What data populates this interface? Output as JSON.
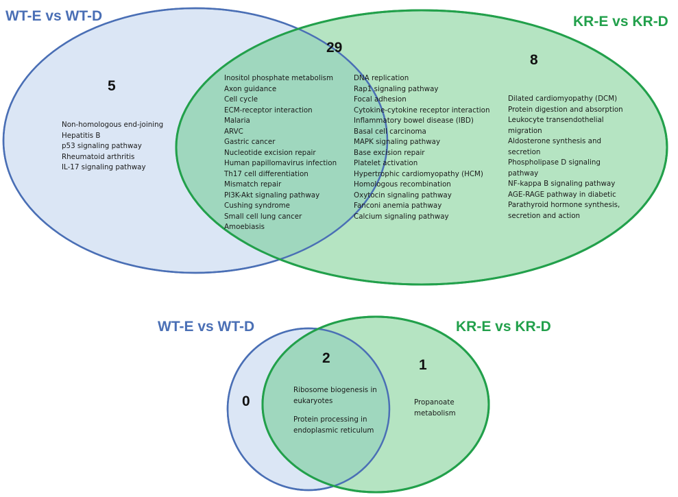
{
  "top": {
    "set_a": {
      "title": "WT-E vs WT-D",
      "color": "#4a6fb5"
    },
    "set_b": {
      "title": "KR-E vs KR-D",
      "color": "#22a04b"
    },
    "only_a": {
      "count": "5",
      "items": [
        "Non-homologous end-joining",
        "Hepatitis B",
        "p53 signaling pathway",
        "Rheumatoid arthritis",
        "IL-17 signaling pathway"
      ]
    },
    "both": {
      "count": "29",
      "items_left": [
        "Inositol phosphate metabolism",
        "Axon guidance",
        "Cell cycle",
        "ECM-receptor interaction",
        "Malaria",
        "ARVC",
        "Gastric cancer",
        "Nucleotide excision repair",
        "Human papillomavirus infection",
        "Th17 cell differentiation",
        "Mismatch repair",
        "PI3K-Akt signaling pathway",
        "Cushing syndrome",
        "Small cell lung cancer",
        "Amoebiasis"
      ],
      "items_right": [
        "DNA replication",
        "Rap1 signaling pathway",
        "Focal adhesion",
        "Cytokine-cytokine receptor interaction",
        "Inflammatory bowel disease (IBD)",
        "Basal cell carcinoma",
        "MAPK signaling pathway",
        "Base excision repair",
        "Platelet activation",
        "Hypertrophic cardiomyopathy (HCM)",
        "Homologous recombination",
        "Oxytocin signaling pathway",
        "Fanconi anemia pathway",
        "Calcium signaling pathway"
      ]
    },
    "only_b": {
      "count": "8",
      "items": [
        "Dilated cardiomyopathy (DCM)",
        "Protein digestion and absorption",
        "Leukocyte transendothelial migration",
        "Aldosterone synthesis and secretion",
        "Phospholipase D signaling pathway",
        "NF-kappa B signaling pathway",
        "AGE-RAGE pathway in diabetic",
        "Parathyroid hormone synthesis, secretion and action"
      ]
    }
  },
  "bottom": {
    "set_a": {
      "title": "WT-E vs WT-D",
      "color": "#4a6fb5"
    },
    "set_b": {
      "title": "KR-E vs KR-D",
      "color": "#22a04b"
    },
    "only_a": {
      "count": "0"
    },
    "both": {
      "count": "2",
      "items": [
        "Ribosome biogenesis in eukaryotes",
        "Protein processing in endoplasmic reticulum"
      ]
    },
    "only_b": {
      "count": "1",
      "items": [
        "Propanoate metabolism"
      ]
    }
  },
  "colors": {
    "blue_fill": "#dbe6f5",
    "green_fill": "#b5e4c2",
    "overlap_fill": "#9fd7be"
  }
}
